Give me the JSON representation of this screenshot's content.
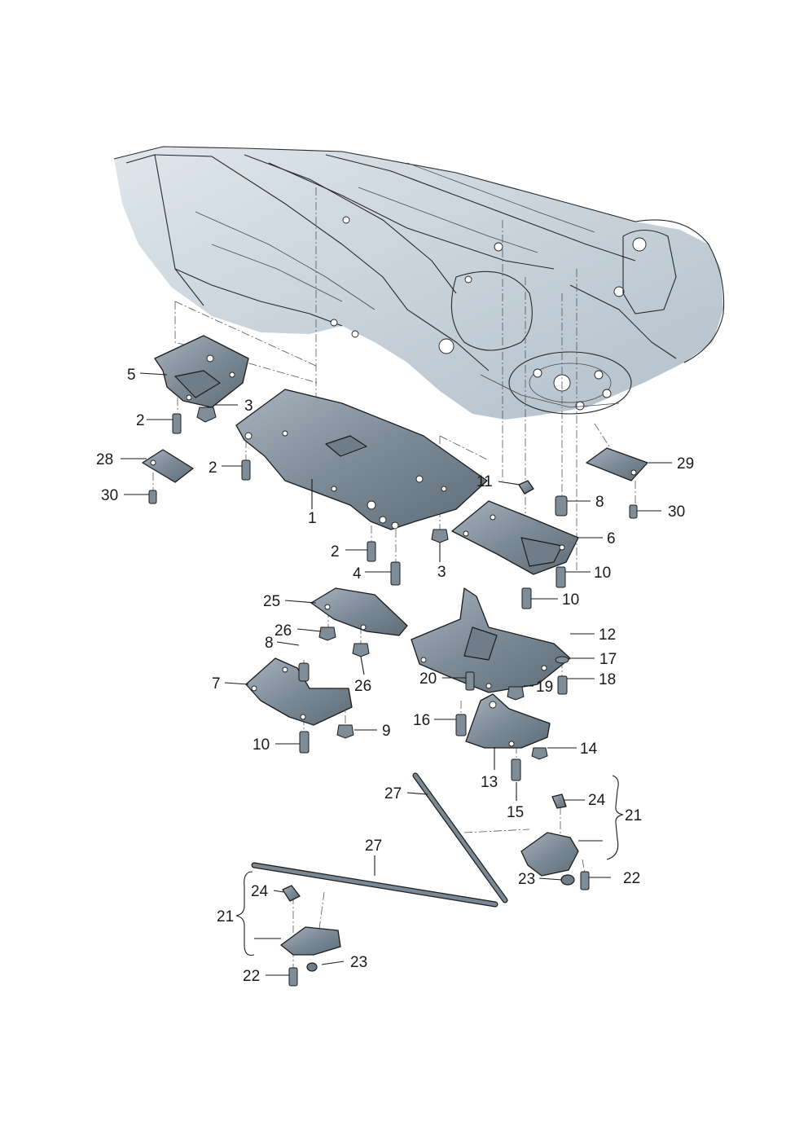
{
  "diagram": {
    "callouts": [
      {
        "id": "c1",
        "text": "1"
      },
      {
        "id": "c2a",
        "text": "2"
      },
      {
        "id": "c2b",
        "text": "2"
      },
      {
        "id": "c2c",
        "text": "2"
      },
      {
        "id": "c3a",
        "text": "3"
      },
      {
        "id": "c3b",
        "text": "3"
      },
      {
        "id": "c4",
        "text": "4"
      },
      {
        "id": "c5",
        "text": "5"
      },
      {
        "id": "c6",
        "text": "6"
      },
      {
        "id": "c7",
        "text": "7"
      },
      {
        "id": "c8a",
        "text": "8"
      },
      {
        "id": "c8b",
        "text": "8"
      },
      {
        "id": "c9",
        "text": "9"
      },
      {
        "id": "c10a",
        "text": "10"
      },
      {
        "id": "c10b",
        "text": "10"
      },
      {
        "id": "c10c",
        "text": "10"
      },
      {
        "id": "c11",
        "text": "11"
      },
      {
        "id": "c12",
        "text": "12"
      },
      {
        "id": "c13",
        "text": "13"
      },
      {
        "id": "c14",
        "text": "14"
      },
      {
        "id": "c15",
        "text": "15"
      },
      {
        "id": "c16",
        "text": "16"
      },
      {
        "id": "c17",
        "text": "17"
      },
      {
        "id": "c18",
        "text": "18"
      },
      {
        "id": "c19",
        "text": "19"
      },
      {
        "id": "c20",
        "text": "20"
      },
      {
        "id": "c21a",
        "text": "21"
      },
      {
        "id": "c21b",
        "text": "21"
      },
      {
        "id": "c22a",
        "text": "22"
      },
      {
        "id": "c22b",
        "text": "22"
      },
      {
        "id": "c23a",
        "text": "23"
      },
      {
        "id": "c23b",
        "text": "23"
      },
      {
        "id": "c24a",
        "text": "24"
      },
      {
        "id": "c24b",
        "text": "24"
      },
      {
        "id": "c25",
        "text": "25"
      },
      {
        "id": "c26a",
        "text": "26"
      },
      {
        "id": "c26b",
        "text": "26"
      },
      {
        "id": "c27a",
        "text": "27"
      },
      {
        "id": "c27b",
        "text": "27"
      },
      {
        "id": "c28",
        "text": "28"
      },
      {
        "id": "c29",
        "text": "29"
      },
      {
        "id": "c30a",
        "text": "30"
      },
      {
        "id": "c30b",
        "text": "30"
      }
    ],
    "colors": {
      "part_fill": "#8896a2",
      "body_fill": "#c9d3db",
      "ink": "#1a1a1a"
    }
  }
}
